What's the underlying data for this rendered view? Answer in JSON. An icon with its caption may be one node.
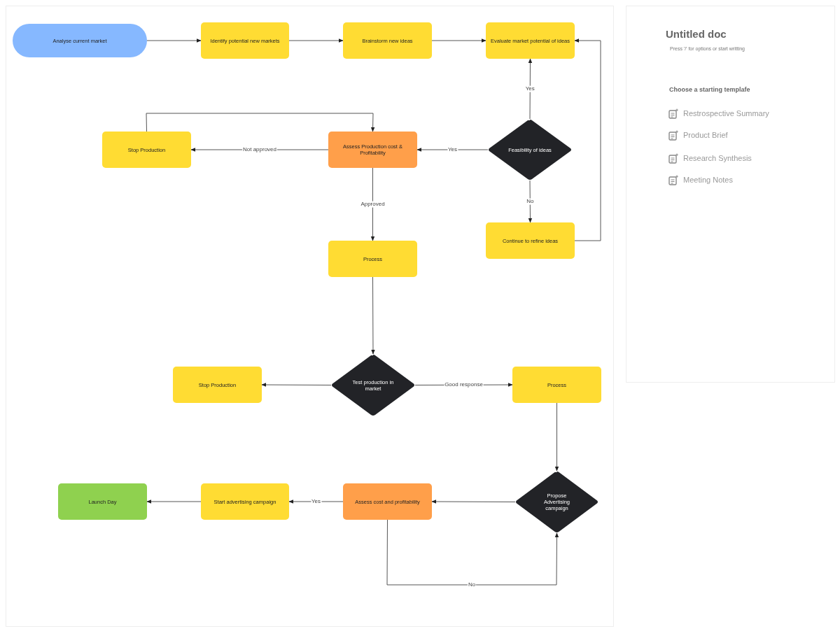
{
  "diagram": {
    "nodes": [
      {
        "text": [
          "Analyse current market"
        ]
      },
      {
        "text": [
          "Identify potential new markets"
        ]
      },
      {
        "text": [
          "Brainstorm new ideas"
        ]
      },
      {
        "text": [
          "Evaluate market potential of ideas"
        ]
      },
      {
        "text": [
          "Stop Production"
        ]
      },
      {
        "text": [
          "Assess Production cost & Profitability"
        ]
      },
      {
        "text": [
          "Feasibility of ideas"
        ]
      },
      {
        "text": [
          "Continue to refine ideas"
        ]
      },
      {
        "text": [
          "Process"
        ]
      },
      {
        "text": [
          "Test production in market"
        ]
      },
      {
        "text": [
          "Stop Production"
        ]
      },
      {
        "text": [
          "Process"
        ]
      },
      {
        "text": [
          "Propose Advertising campaign"
        ]
      },
      {
        "text": [
          "Assess cost and profitability"
        ]
      },
      {
        "text": [
          "Start advertising campaign"
        ]
      },
      {
        "text": [
          "Launch Day"
        ]
      }
    ],
    "edges": [
      {
        "from": 0,
        "to": 1,
        "arrow": "to"
      },
      {
        "from": 1,
        "to": 2,
        "arrow": "to"
      },
      {
        "from": 2,
        "to": 3,
        "arrow": "to"
      },
      {
        "from": 6,
        "to": 3,
        "arrow": "to",
        "label": "Yes"
      },
      {
        "from": 6,
        "to": 5,
        "arrow": "to",
        "label": "Yes"
      },
      {
        "from": 5,
        "to": 4,
        "arrow": "to",
        "label": "Not approved"
      },
      {
        "from": 4,
        "to": 5,
        "arrow": "to"
      },
      {
        "from": 6,
        "to": 7,
        "arrow": "to",
        "label": "No"
      },
      {
        "from": 7,
        "to": 3,
        "arrow": "to"
      },
      {
        "from": 5,
        "to": 8,
        "arrow": "to",
        "label": "Approved"
      },
      {
        "from": 8,
        "to": 9,
        "arrow": "to"
      },
      {
        "from": 9,
        "to": 10,
        "arrow": "to"
      },
      {
        "from": 9,
        "to": 11,
        "arrow": "to",
        "label": "Good response"
      },
      {
        "from": 11,
        "to": 12,
        "arrow": "to"
      },
      {
        "from": 12,
        "to": 13,
        "arrow": "to"
      },
      {
        "from": 13,
        "to": 14,
        "arrow": "to",
        "label": "Yes"
      },
      {
        "from": 14,
        "to": 15,
        "arrow": "to"
      },
      {
        "from": 13,
        "to": 12,
        "arrow": "to",
        "label": "No"
      }
    ],
    "labels": [
      "Untitled doc",
      "Press '/' for options or start writting",
      "Choose a starting templafe",
      "Restrospective Summary",
      "Product Brief",
      "Research Synthesis",
      "Meeting Notes"
    ]
  }
}
